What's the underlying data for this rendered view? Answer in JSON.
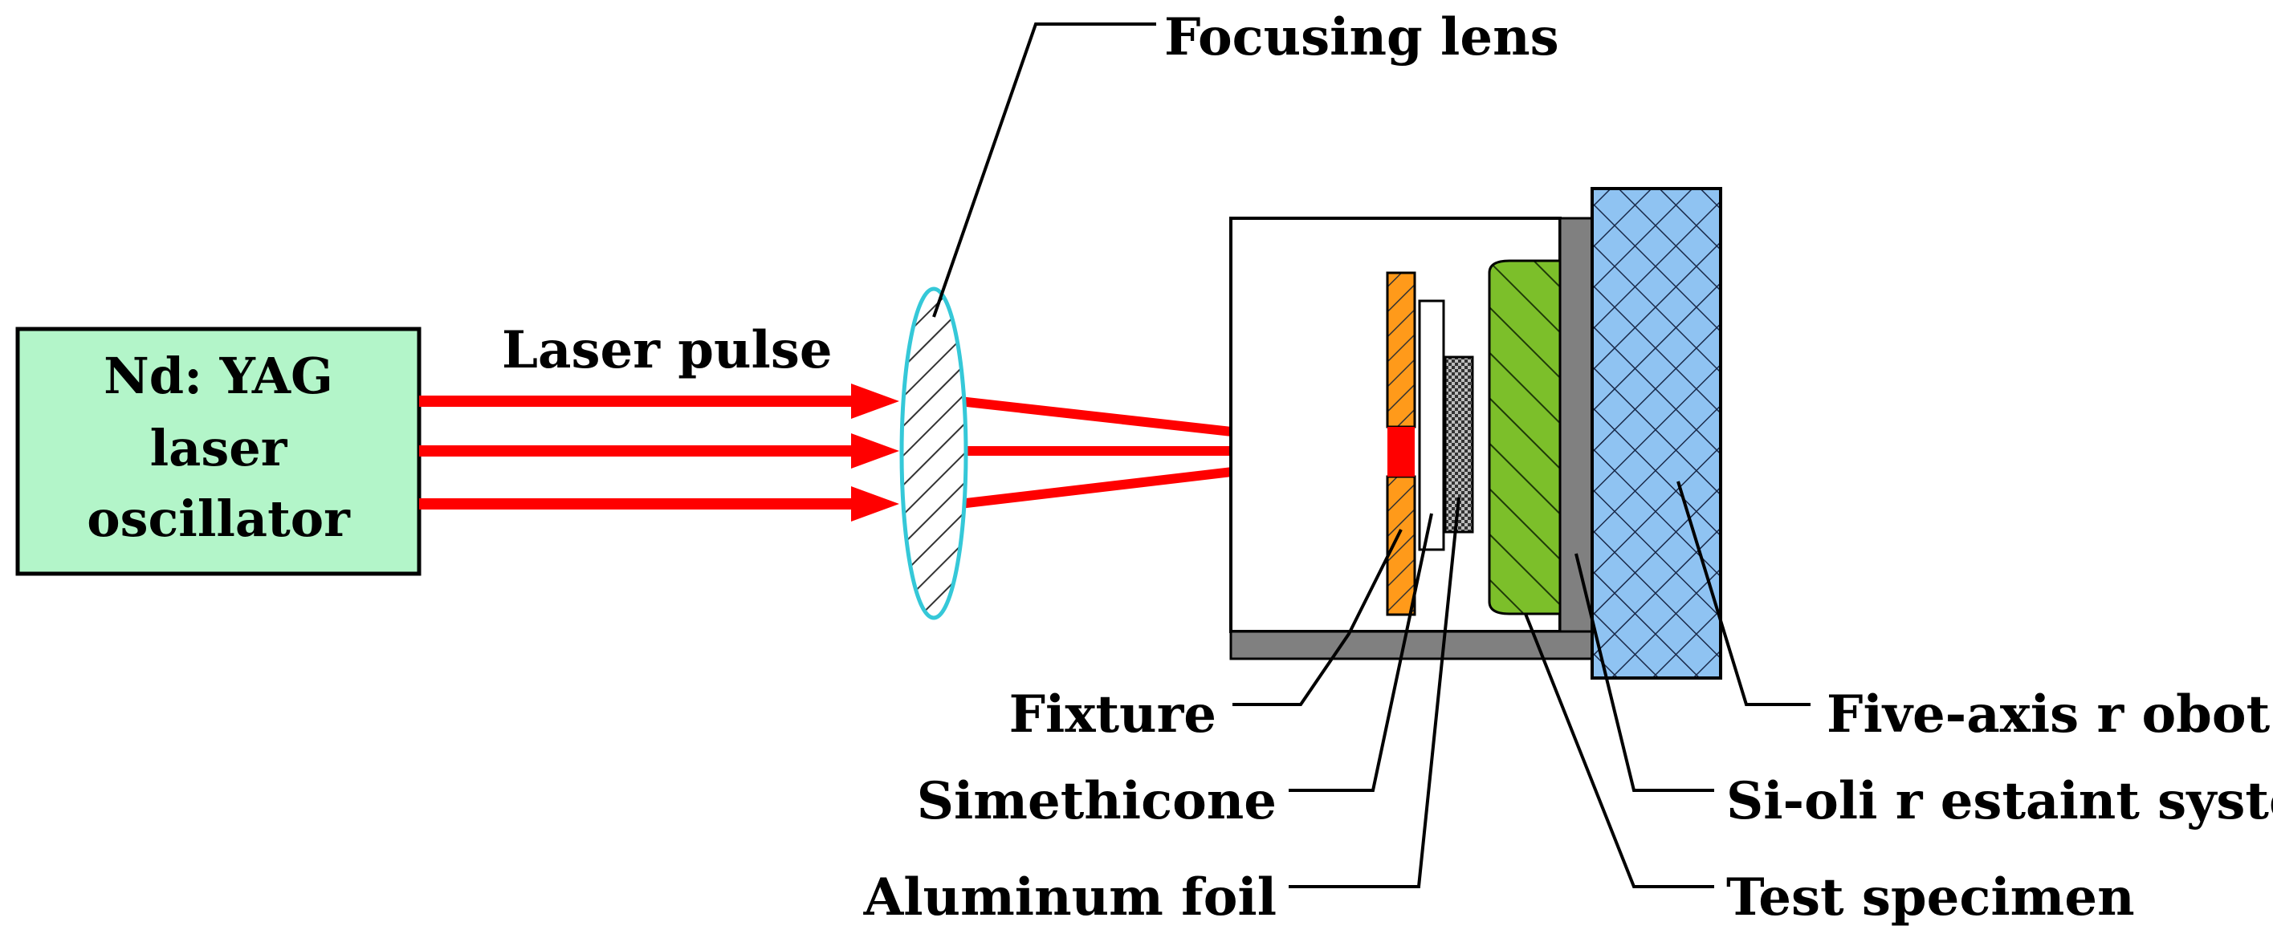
{
  "oscillator": {
    "line1": "Nd: YAG",
    "line2": "laser",
    "line3": "oscillator"
  },
  "labels": {
    "laser_pulse": "Laser pulse",
    "focusing_lens": "Focusing lens",
    "fixture": "Fixture",
    "simethicone": "Simethicone",
    "aluminum_foil": "Aluminum foil",
    "five_axis_robot": "Five-axis r obot",
    "si_oli": "Si-oli r estaint system",
    "test_specimen": "Test specimen"
  },
  "colors": {
    "oscillator_fill": "#b3f5c9",
    "beam": "#ff0000",
    "lens_outline": "#35c8d8",
    "fixture_orange": "#ff9a1a",
    "specimen_green": "#7cbf2a",
    "robot_blue": "#8fc3f2",
    "plate_gray": "#808080"
  }
}
